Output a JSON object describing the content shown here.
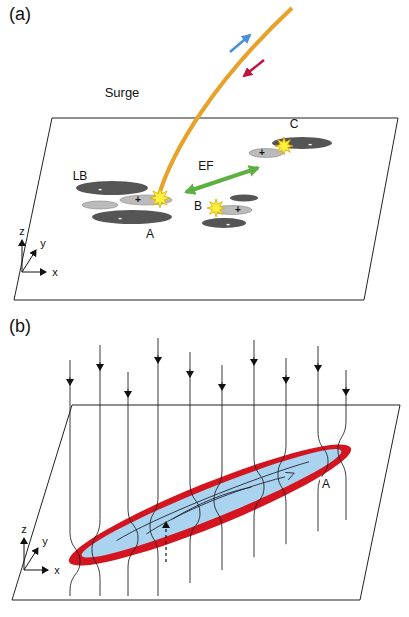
{
  "diagram": {
    "labels": [
      "(a)",
      "Surge",
      "LB",
      "A",
      "EF",
      "B",
      "C",
      "-",
      "+",
      "-",
      "+",
      "-",
      "-",
      "+",
      "z",
      "y",
      "x",
      "(b)",
      "z",
      "y",
      "x",
      "A"
    ]
  }
}
